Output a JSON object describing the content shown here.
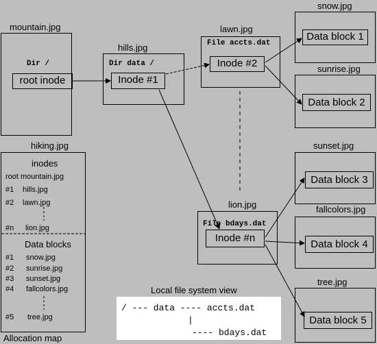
{
  "hosts": {
    "mountain": "mountain.jpg",
    "hills": "hills.jpg",
    "lawn": "lawn.jpg",
    "lion": "lion.jpg",
    "snow": "snow.jpg",
    "sunrise": "sunrise.jpg",
    "sunset": "sunset.jpg",
    "fallcolors": "fallcolors.jpg",
    "tree": "tree.jpg",
    "hiking": "hiking.jpg"
  },
  "mountain_box": {
    "header": "Dir /",
    "inner": "root inode"
  },
  "hills_box": {
    "header": "Dir data /",
    "inner": "Inode #1"
  },
  "lawn_box": {
    "header": "File accts.dat",
    "inner": "Inode #2"
  },
  "lion_box": {
    "header": "File bdays.dat",
    "inner": "Inode #n"
  },
  "data_blocks": {
    "b1": "Data block 1",
    "b2": "Data block 2",
    "b3": "Data block 3",
    "b4": "Data block 4",
    "b5": "Data block 5"
  },
  "allocation_map": {
    "inodes_title": "inodes",
    "root_row": "root mountain.jpg",
    "inode_rows": [
      {
        "id": "#1",
        "host": "hills.jpg"
      },
      {
        "id": "#2",
        "host": "lawn.jpg"
      },
      {
        "id": "#n",
        "host": "lion.jpg"
      }
    ],
    "blocks_title": "Data blocks",
    "block_rows": [
      {
        "id": "#1",
        "host": "snow.jpg"
      },
      {
        "id": "#2",
        "host": "sunrise.jpg"
      },
      {
        "id": "#3",
        "host": "sunset.jpg"
      },
      {
        "id": "#4",
        "host": "fallcolors.jpg"
      },
      {
        "id": "#5",
        "host": "tree.jpg"
      }
    ],
    "caption": "Allocation map"
  },
  "fs_view": {
    "title": "Local file system view",
    "line1": "/ --- data ---- accts.dat",
    "line2": "|",
    "line3": "---- bdays.dat"
  }
}
